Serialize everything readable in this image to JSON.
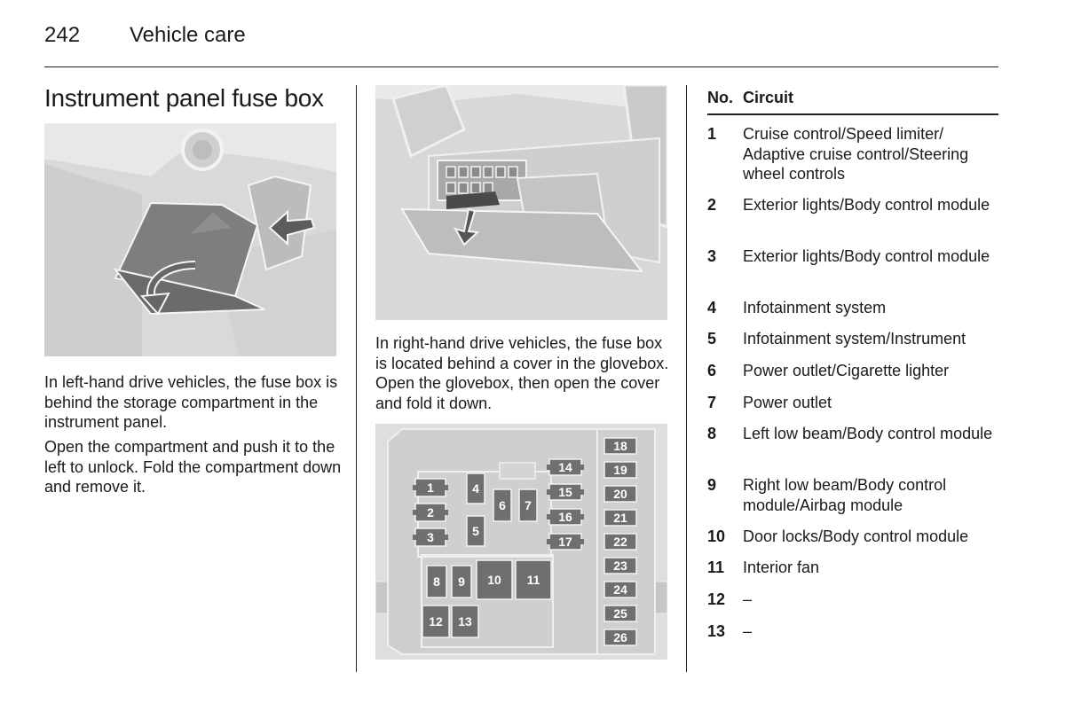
{
  "header": {
    "page_number": "242",
    "section": "Vehicle care"
  },
  "title": "Instrument panel fuse box",
  "left_column": {
    "paragraph_1": "In left-hand drive vehicles, the fuse box is behind the storage compartment in the instrument panel.",
    "paragraph_2": "Open the compartment and push it to the left to unlock. Fold the compartment down and remove it."
  },
  "right_column": {
    "paragraph_1": "In right-hand drive vehicles, the fuse box is located behind a cover in the glovebox. Open the glovebox, then open the cover and fold it down."
  },
  "fuse_diagram": {
    "labels": [
      "1",
      "2",
      "3",
      "4",
      "5",
      "6",
      "7",
      "8",
      "9",
      "10",
      "11",
      "12",
      "13",
      "14",
      "15",
      "16",
      "17",
      "18",
      "19",
      "20",
      "21",
      "22",
      "23",
      "24",
      "25",
      "26"
    ]
  },
  "table": {
    "col_no": "No.",
    "col_circuit": "Circuit",
    "rows": [
      {
        "no": "1",
        "circuit": "Cruise control/Speed limiter/ Adaptive cruise control/Steering wheel controls"
      },
      {
        "no": "2",
        "circuit": "Exterior lights/Body control module"
      },
      {
        "no": "3",
        "circuit": "Exterior lights/Body control module"
      },
      {
        "no": "4",
        "circuit": "Infotainment system"
      },
      {
        "no": "5",
        "circuit": "Infotainment system/Instrument"
      },
      {
        "no": "6",
        "circuit": "Power outlet/Cigarette lighter"
      },
      {
        "no": "7",
        "circuit": "Power outlet"
      },
      {
        "no": "8",
        "circuit": "Left low beam/Body control module"
      },
      {
        "no": "9",
        "circuit": "Right low beam/Body control module/Airbag module"
      },
      {
        "no": "10",
        "circuit": "Door locks/Body control module"
      },
      {
        "no": "11",
        "circuit": "Interior fan"
      },
      {
        "no": "12",
        "circuit": "–"
      },
      {
        "no": "13",
        "circuit": "–"
      }
    ]
  }
}
